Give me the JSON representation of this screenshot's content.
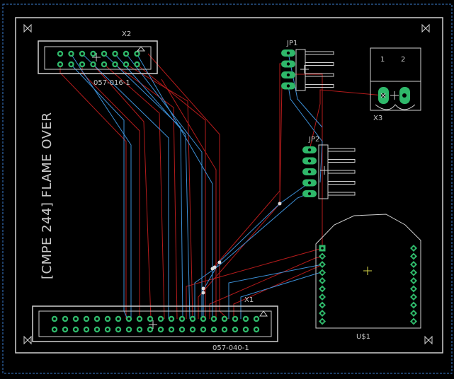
{
  "colors": {
    "background": "#000000",
    "outline": "#cfcfcf",
    "silkscreen": "#c8c8c8",
    "top_trace": "#b31b1b",
    "bottom_trace": "#3c8fd6",
    "pad": "#2fb86a",
    "pad_hole": "#000000",
    "dim_line": "#3b7ed0"
  },
  "board": {
    "title_text": "[CMPE 244] FLAME OVER"
  },
  "components": {
    "x2": {
      "name": "X2",
      "value": "057-016-1"
    },
    "x1": {
      "name": "X1",
      "value": "057-040-1"
    },
    "jp1": {
      "name": "JP1"
    },
    "jp2": {
      "name": "JP2"
    },
    "x3": {
      "name": "X3",
      "pin1": "1",
      "pin2": "2"
    },
    "u1": {
      "name": "U$1"
    }
  },
  "icons": [
    "mounting-hole-icon",
    "origin-cross-icon",
    "pin1-triangle-icon"
  ]
}
